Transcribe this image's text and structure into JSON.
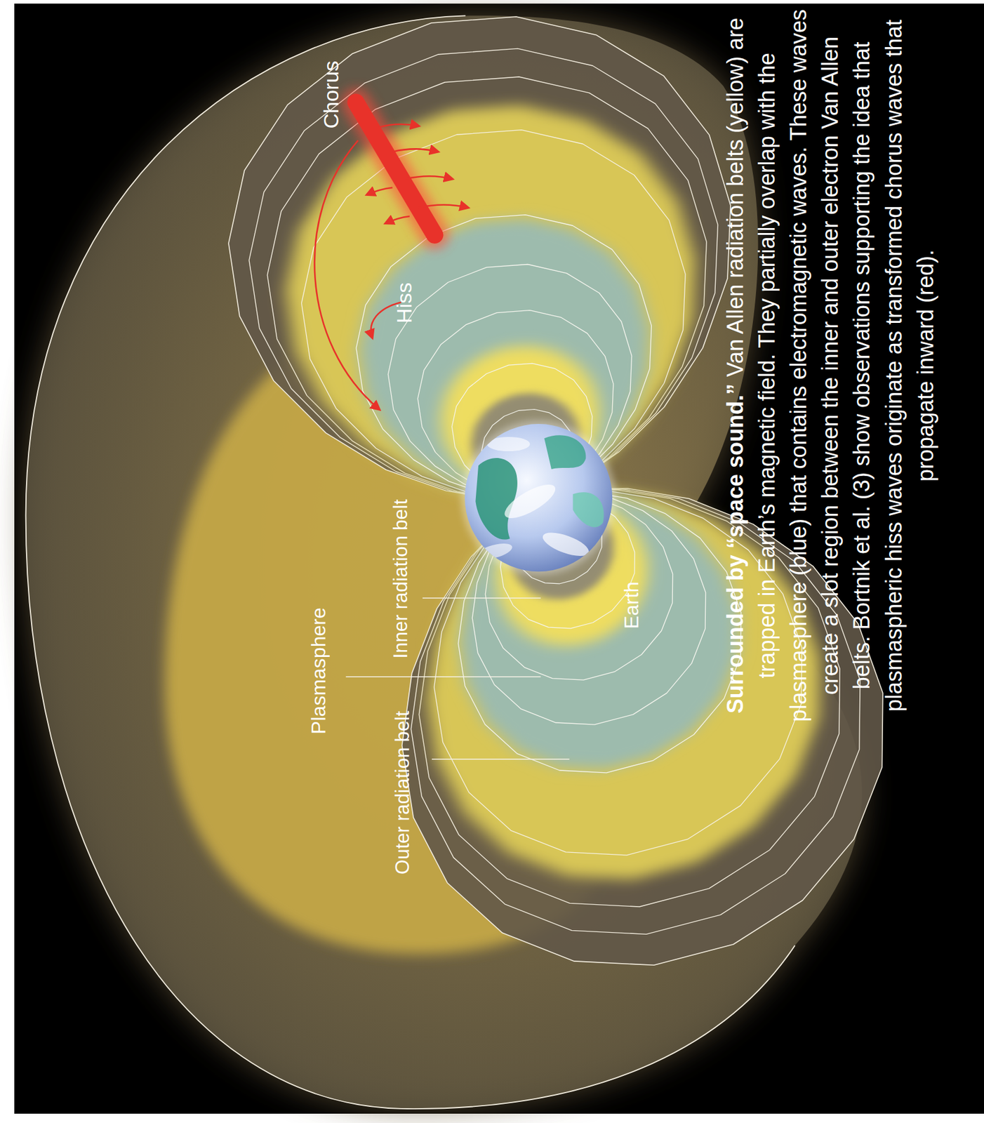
{
  "diagram": {
    "title": "Surrounded by “space sound.”",
    "caption": "Van Allen radiation belts (yellow) are trapped in Earth’s magnetic field. They partially overlap with the plasmasphere (blue) that contains electromagnetic waves. These waves create a slot region between the inner and outer electron Van Allen belts. Bortnik et al. (3) show observations supporting the idea that plasmaspheric hiss waves originate as transformed chorus waves that propagate inward (red).",
    "labels": [
      "Chorus",
      "Hiss",
      "Plasmasphere",
      "Inner radiation belt",
      "Outer radiation belt",
      "Earth"
    ]
  }
}
